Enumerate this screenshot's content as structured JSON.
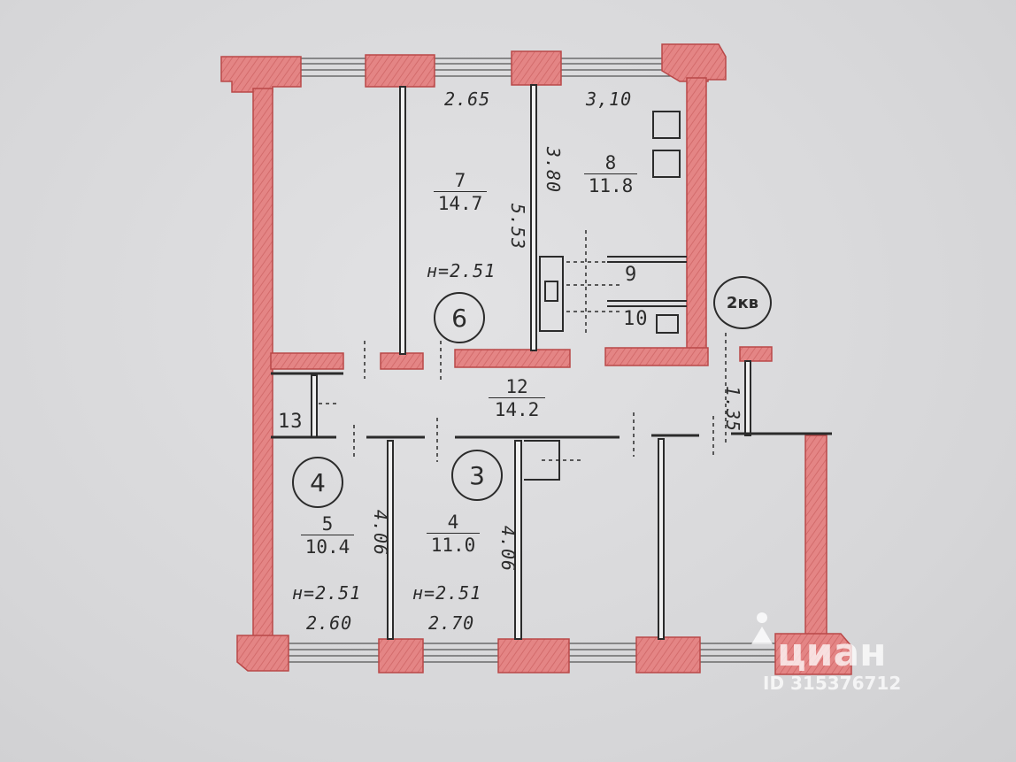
{
  "rooms": [
    {
      "number": "7",
      "area": "14.7"
    },
    {
      "number": "8",
      "area": "11.8"
    },
    {
      "number": "12",
      "area": "14.2"
    },
    {
      "number": "5",
      "area": "10.4"
    },
    {
      "number": "4",
      "area": "11.0"
    }
  ],
  "small_rooms": [
    "9",
    "10",
    "13"
  ],
  "circled_labels": [
    "6",
    "4",
    "3"
  ],
  "apartment_tag": "2кв",
  "dimensions": [
    "2.65",
    "3,10",
    "3.80",
    "5.53",
    "1.35",
    "4.06",
    "4.06",
    "2.60",
    "2.70"
  ],
  "heights": [
    "н=2.51",
    "н=2.51",
    "н=2.51"
  ],
  "watermark": {
    "brand": "циан",
    "id": "ID 315376712"
  },
  "colors": {
    "wall_fill": "#e58a8a",
    "wall_stroke": "#c95050",
    "ink": "#2b2b2b"
  }
}
